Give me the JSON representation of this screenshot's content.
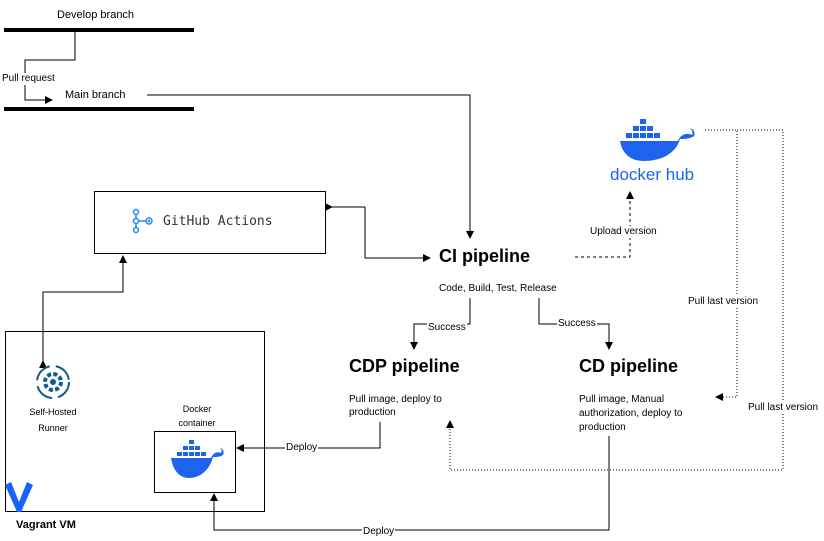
{
  "branches": {
    "develop": "Develop branch",
    "main": "Main branch",
    "pull_request": "Pull request"
  },
  "github_actions": {
    "label": "GitHub Actions",
    "icon": "github-actions-icon"
  },
  "dockerhub": {
    "logo_text_docker": "docker",
    "logo_text_hub": "hub",
    "brand_color": "#1d63ed"
  },
  "ci": {
    "title": "CI pipeline",
    "steps": "Code, Build, Test, Release",
    "upload_label": "Upload version"
  },
  "cdp": {
    "title": "CDP pipeline",
    "desc": "Pull image, deploy to production",
    "edge_label": "Success"
  },
  "cd": {
    "title": "CD pipeline",
    "desc": "Pull image, Manual authorization, deploy to production",
    "edge_label": "Success"
  },
  "pull_last_version_1": "Pull last version",
  "pull_last_version_2": "Pull last version",
  "vm": {
    "label": "Vagrant VM",
    "runner_label": "Self-Hosted Runner",
    "docker_container_label": "Docker container"
  },
  "deploy_cdp": "Deploy",
  "deploy_cd": "Deploy"
}
